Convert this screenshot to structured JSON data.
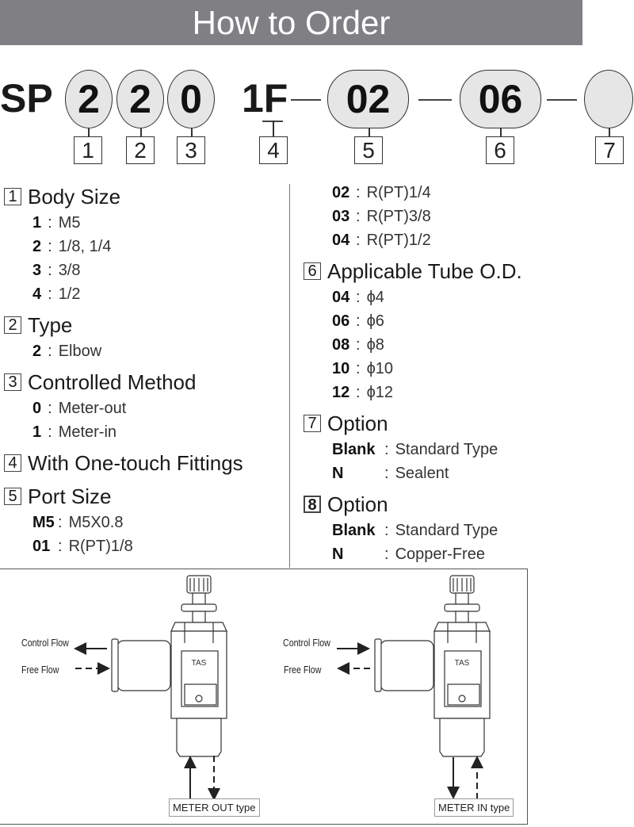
{
  "banner": {
    "title": "How to Order"
  },
  "code": {
    "prefix": "SP",
    "fields": [
      "2",
      "2",
      "0",
      "1F",
      "02",
      "06",
      ""
    ],
    "box_numbers": [
      "1",
      "2",
      "3",
      "4",
      "5",
      "6",
      "7"
    ]
  },
  "left_sections": [
    {
      "num": "1",
      "title": "Body Size",
      "items": [
        {
          "k": "1",
          "v": "M5"
        },
        {
          "k": "2",
          "v": "1/8, 1/4"
        },
        {
          "k": "3",
          "v": "3/8"
        },
        {
          "k": "4",
          "v": "1/2"
        }
      ]
    },
    {
      "num": "2",
      "title": "Type",
      "items": [
        {
          "k": "2",
          "v": "Elbow"
        }
      ]
    },
    {
      "num": "3",
      "title": "Controlled Method",
      "items": [
        {
          "k": "0",
          "v": "Meter-out"
        },
        {
          "k": "1",
          "v": "Meter-in"
        }
      ]
    },
    {
      "num": "4",
      "title": "With One-touch Fittings",
      "items": []
    },
    {
      "num": "5",
      "title": "Port Size",
      "items": [
        {
          "k": "M5",
          "v": "M5X0.8"
        },
        {
          "k": "01",
          "v": "R(PT)1/8"
        }
      ]
    }
  ],
  "right_sections": [
    {
      "num": "",
      "title": "",
      "items": [
        {
          "k": "02",
          "v": "R(PT)1/4"
        },
        {
          "k": "03",
          "v": "R(PT)3/8"
        },
        {
          "k": "04",
          "v": "R(PT)1/2"
        }
      ]
    },
    {
      "num": "6",
      "title": "Applicable Tube O.D.",
      "items": [
        {
          "k": "04",
          "v": "ϕ4"
        },
        {
          "k": "06",
          "v": "ϕ6"
        },
        {
          "k": "08",
          "v": "ϕ8"
        },
        {
          "k": "10",
          "v": "ϕ10"
        },
        {
          "k": "12",
          "v": "ϕ12"
        }
      ]
    },
    {
      "num": "7",
      "title": "Option",
      "items": [
        {
          "k": "Blank",
          "v": "Standard Type"
        },
        {
          "k": "N",
          "v": "Sealent"
        }
      ]
    },
    {
      "num": "8",
      "title": "Option",
      "items": [
        {
          "k": "Blank",
          "v": "Standard Type"
        },
        {
          "k": "N",
          "v": "Copper-Free"
        }
      ],
      "bold_num": true
    }
  ],
  "diagram": {
    "control_flow": "Control Flow",
    "free_flow": "Free Flow",
    "brand": "TAS",
    "meter_out": "METER OUT type",
    "meter_in": "METER IN type"
  }
}
